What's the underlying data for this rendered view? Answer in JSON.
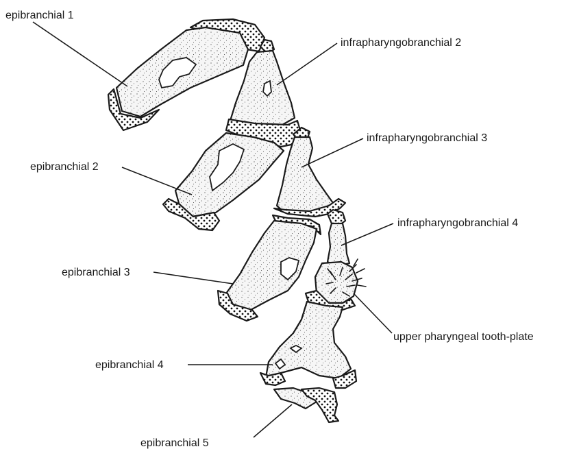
{
  "labels": {
    "epibranchial_1": "epibranchial 1",
    "epibranchial_2": "epibranchial 2",
    "epibranchial_3": "epibranchial 3",
    "epibranchial_4": "epibranchial 4",
    "epibranchial_5": "epibranchial 5",
    "infrapharyngobranchial_2": "infrapharyngobranchial 2",
    "infrapharyngobranchial_3": "infrapharyngobranchial 3",
    "infrapharyngobranchial_4": "infrapharyngobranchial 4",
    "upper_tooth_plate": "upper pharyngeal tooth-plate"
  }
}
